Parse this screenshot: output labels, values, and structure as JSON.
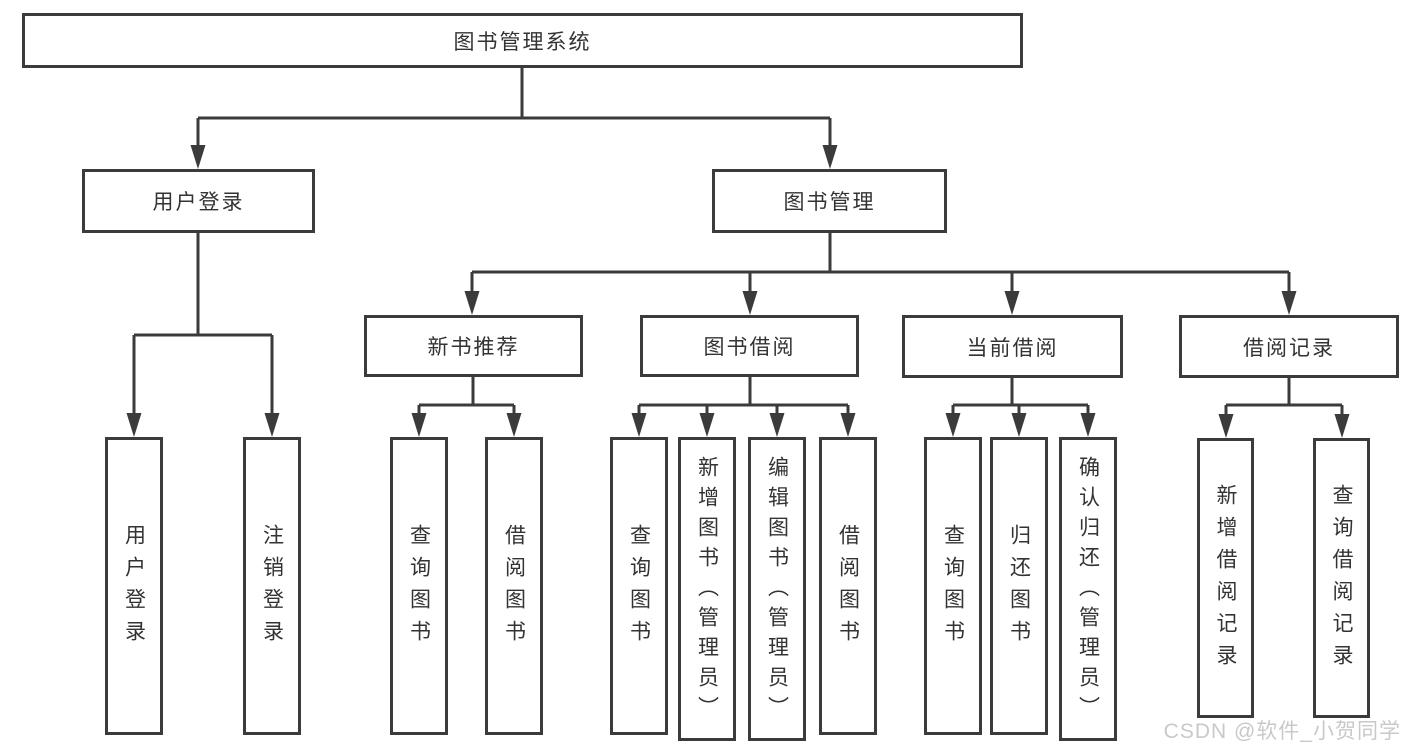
{
  "diagram": {
    "root": {
      "label": "图书管理系统",
      "children": [
        {
          "label": "用户登录",
          "children": [
            {
              "label": "用户登录"
            },
            {
              "label": "注销登录"
            }
          ]
        },
        {
          "label": "图书管理",
          "children": [
            {
              "label": "新书推荐",
              "children": [
                {
                  "label": "查询图书"
                },
                {
                  "label": "借阅图书"
                }
              ]
            },
            {
              "label": "图书借阅",
              "children": [
                {
                  "label": "查询图书"
                },
                {
                  "label": "新增图书（管理员）"
                },
                {
                  "label": "编辑图书（管理员）"
                },
                {
                  "label": "借阅图书"
                }
              ]
            },
            {
              "label": "当前借阅",
              "children": [
                {
                  "label": "查询图书"
                },
                {
                  "label": "归还图书"
                },
                {
                  "label": "确认归还（管理员）"
                }
              ]
            },
            {
              "label": "借阅记录",
              "children": [
                {
                  "label": "新增借阅记录"
                },
                {
                  "label": "查询借阅记录"
                }
              ]
            }
          ]
        }
      ]
    }
  },
  "watermark": {
    "text": "CSDN @软件_小贺同学"
  },
  "colors": {
    "line": "#3b3b3b",
    "box_border": "#3b3b3b",
    "text": "#333333",
    "watermark": "#c9c9c9",
    "background": "#ffffff"
  }
}
